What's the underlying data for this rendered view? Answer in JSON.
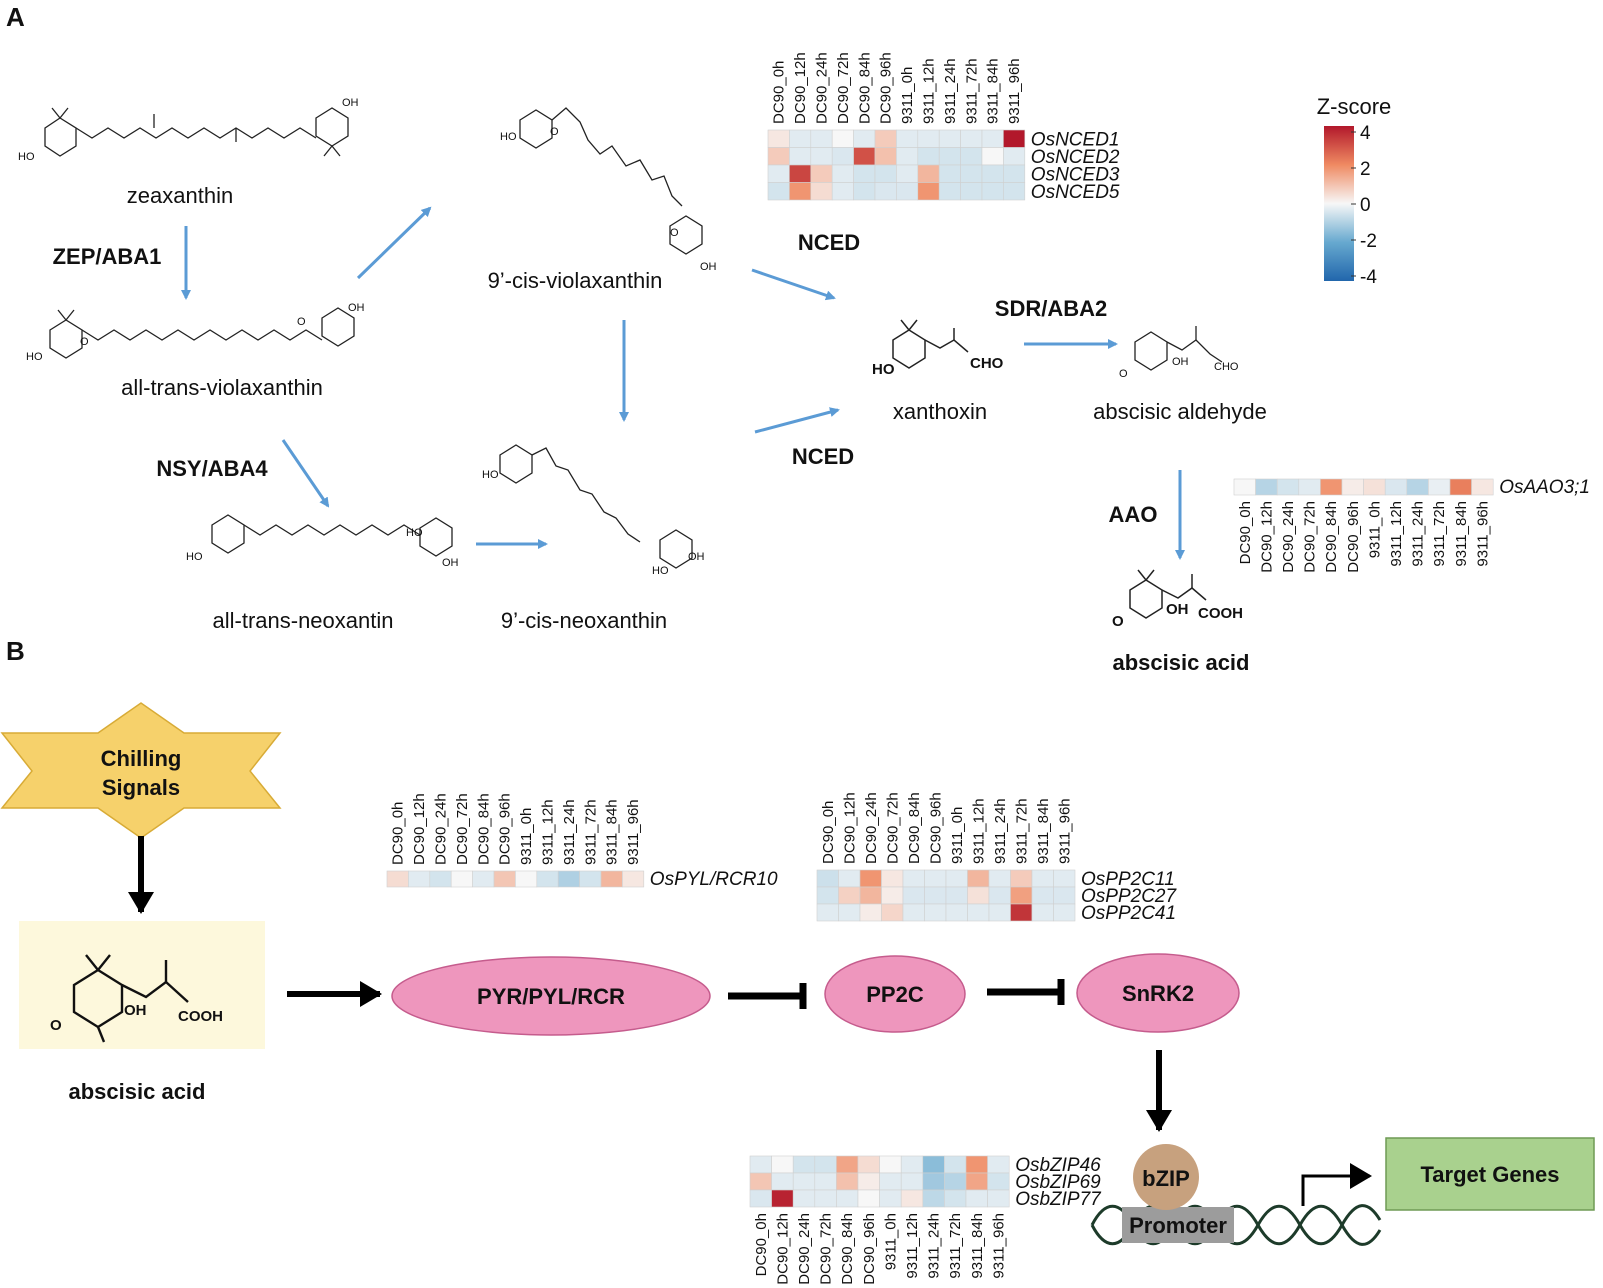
{
  "panels": {
    "a": "A",
    "b": "B"
  },
  "sample_labels": [
    "DC90_0h",
    "DC90_12h",
    "DC90_24h",
    "DC90_72h",
    "DC90_84h",
    "DC90_96h",
    "9311_0h",
    "9311_12h",
    "9311_24h",
    "9311_72h",
    "9311_84h",
    "9311_96h"
  ],
  "legend": {
    "title": "Z-score",
    "ticks": [
      "4",
      "2",
      "0",
      "-2",
      "-4"
    ],
    "colors": [
      "#b2182b",
      "#ef8a62",
      "#f7f7f7",
      "#67a9cf",
      "#2166ac"
    ]
  },
  "compounds": {
    "zeaxanthin": "zeaxanthin",
    "all_trans_violaxanthin": "all-trans-violaxanthin",
    "all_trans_neoxantin": "all-trans-neoxantin",
    "cis_violaxanthin": "9’-cis-violaxanthin",
    "cis_neoxanthin": "9’-cis-neoxanthin",
    "xanthoxin": "xanthoxin",
    "abscisic_aldehyde": "abscisic aldehyde",
    "abscisic_acid_a": "abscisic acid",
    "abscisic_acid_b": "abscisic acid"
  },
  "enzymes": {
    "zep": "ZEP/ABA1",
    "nsy": "NSY/ABA4",
    "nced_top": "NCED",
    "nced_bottom": "NCED",
    "sdr": "SDR/ABA2",
    "aao": "AAO"
  },
  "chem_text": {
    "ho": "HO",
    "oh": "OH",
    "o": "O",
    "cho": "CHO",
    "cooh": "COOH"
  },
  "signaling": {
    "chilling_line1": "Chilling",
    "chilling_line2": "Signals",
    "pyr": "PYR/PYL/RCR",
    "pp2c": "PP2C",
    "snrk2": "SnRK2",
    "bzip": "bZIP",
    "promoter": "Promoter",
    "target": "Target Genes"
  },
  "heatmaps": {
    "nced": {
      "genes": [
        "OsNCED1",
        "OsNCED2",
        "OsNCED3",
        "OsNCED5"
      ],
      "values": [
        [
          0.3,
          -0.3,
          -0.3,
          0.0,
          -0.3,
          0.8,
          -0.3,
          -0.3,
          -0.3,
          -0.3,
          -0.3,
          4.0
        ],
        [
          0.8,
          -0.3,
          -0.3,
          -0.4,
          3.0,
          1.0,
          -0.3,
          -0.5,
          -0.5,
          -0.5,
          0.0,
          -0.3
        ],
        [
          -0.3,
          3.2,
          0.8,
          -0.3,
          -0.5,
          -0.5,
          -0.3,
          1.2,
          -0.5,
          -0.5,
          -0.5,
          -0.5
        ],
        [
          -0.5,
          1.8,
          0.5,
          -0.3,
          -0.5,
          -0.4,
          -0.4,
          1.8,
          -0.5,
          -0.5,
          -0.5,
          -0.5
        ]
      ]
    },
    "aao": {
      "genes": [
        "OsAAO3;1"
      ],
      "values": [
        [
          0.0,
          -0.9,
          -0.5,
          -0.3,
          1.8,
          0.2,
          0.4,
          -0.4,
          -0.9,
          -0.2,
          2.2,
          0.3
        ]
      ]
    },
    "pyl": {
      "genes": [
        "OsPYL/RCR10"
      ],
      "values": [
        [
          0.5,
          -0.3,
          -0.5,
          0.0,
          -0.3,
          0.9,
          0.0,
          -0.5,
          -1.0,
          -0.5,
          1.2,
          0.3
        ]
      ]
    },
    "pp2c": {
      "genes": [
        "OsPP2C11",
        "OsPP2C27",
        "OsPP2C41"
      ],
      "values": [
        [
          -0.6,
          -0.3,
          1.8,
          0.3,
          -0.3,
          -0.3,
          -0.3,
          1.2,
          -0.3,
          0.8,
          -0.3,
          -0.3
        ],
        [
          -0.5,
          0.7,
          1.2,
          0.2,
          -0.4,
          -0.4,
          -0.4,
          0.4,
          -0.4,
          1.6,
          -0.4,
          -0.4
        ],
        [
          -0.3,
          -0.3,
          0.2,
          0.6,
          -0.3,
          -0.3,
          -0.3,
          -0.3,
          -0.3,
          3.5,
          -0.3,
          -0.3
        ]
      ]
    },
    "bzip": {
      "genes": [
        "OsbZIP46",
        "OsbZIP69",
        "OsbZIP77"
      ],
      "values": [
        [
          -0.3,
          0.0,
          -0.5,
          -0.5,
          1.5,
          0.5,
          0.0,
          -0.3,
          -1.5,
          -0.5,
          1.8,
          -0.3
        ],
        [
          0.9,
          -0.3,
          -0.3,
          -0.3,
          1.0,
          0.2,
          -0.3,
          -0.3,
          -1.2,
          -0.9,
          1.5,
          -0.5
        ],
        [
          -0.4,
          3.8,
          -0.3,
          -0.3,
          -0.3,
          0.0,
          -0.3,
          0.3,
          -0.8,
          -0.5,
          -0.3,
          -0.3
        ]
      ]
    }
  }
}
